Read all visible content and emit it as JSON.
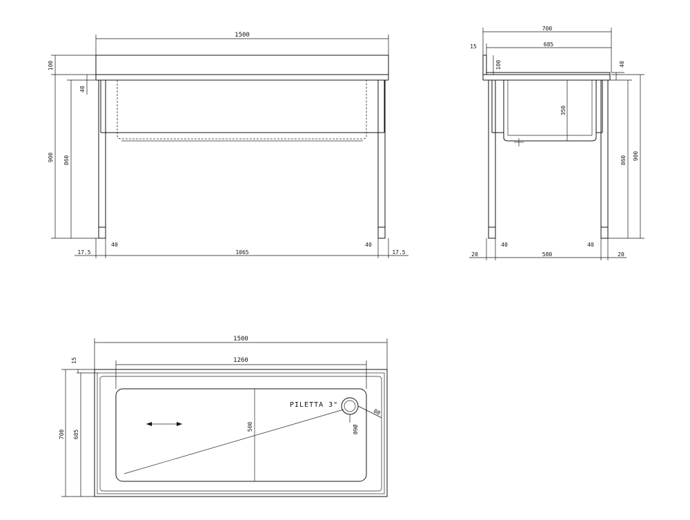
{
  "front_view": {
    "dims": {
      "overall_width": "1500",
      "top_height": "100",
      "total_height": "900",
      "leg_height": "860",
      "rim_40": "40",
      "leg_left_40": "40",
      "leg_right_40": "40",
      "inner_span": "1065",
      "offset_left": "17.5",
      "offset_right": "17.5"
    }
  },
  "side_view": {
    "dims": {
      "overall_depth": "700",
      "inner_depth": "685",
      "back_15": "15",
      "backsplash_100": "100",
      "rim_40": "40",
      "bowl_depth": "350",
      "leg_height": "860",
      "total_height": "900",
      "foot_left_20": "20",
      "foot_right_20": "20",
      "leg_left_40": "40",
      "leg_right_40": "40",
      "inner_span": "580"
    }
  },
  "top_view": {
    "dims": {
      "overall_width": "1500",
      "bowl_width": "1260",
      "back_15": "15",
      "overall_depth": "700",
      "inner_depth": "685",
      "bowl_depth": "500",
      "drain_dia": "Ø60",
      "drain_offset": "80"
    },
    "drain_label": "PILETTA 3\""
  }
}
